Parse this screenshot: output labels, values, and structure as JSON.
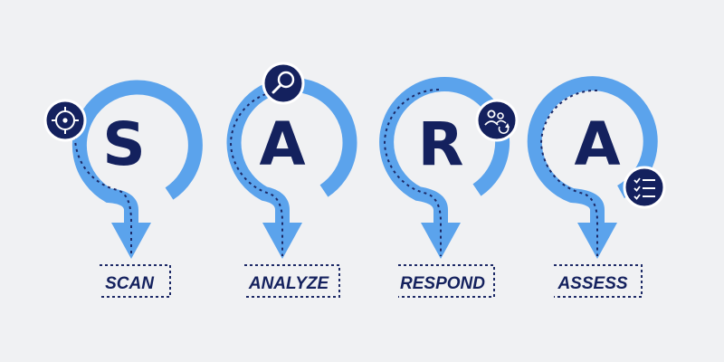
{
  "colors": {
    "background": "#f0f1f3",
    "arrow": "#5ba3ec",
    "navy": "#14215e",
    "dots": "#1c2966"
  },
  "steps": [
    {
      "letter": "S",
      "label": "SCAN",
      "icon": "crosshair-target-icon"
    },
    {
      "letter": "A",
      "label": "ANALYZE",
      "icon": "magnifier-icon"
    },
    {
      "letter": "R",
      "label": "RESPOND",
      "icon": "people-cycle-icon"
    },
    {
      "letter": "A",
      "label": "ASSESS",
      "icon": "checklist-icon"
    }
  ]
}
